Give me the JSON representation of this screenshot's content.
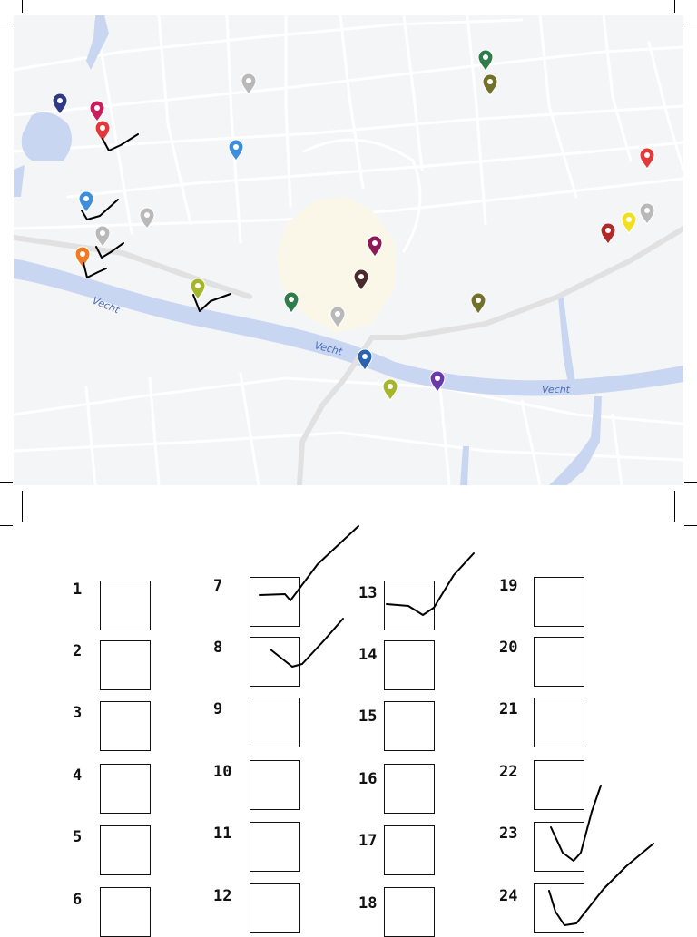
{
  "map": {
    "river_labels": [
      "Vecht",
      "Vecht",
      "Vecht"
    ],
    "colors": {
      "background": "#f4f5f7",
      "road": "#ffffff",
      "water": "#c9d6f2",
      "major_road": "#e1e1e1",
      "old_town": "#fbf7e8"
    },
    "markers": [
      {
        "id": "m1",
        "color": "#2f3a86",
        "icon": "map-pin-icon"
      },
      {
        "id": "m2",
        "color": "#c81e5c",
        "icon": "map-pin-icon"
      },
      {
        "id": "m3",
        "color": "#e23a3a",
        "icon": "map-pin-icon"
      },
      {
        "id": "m4",
        "color": "#b9b9b9",
        "icon": "map-pin-icon"
      },
      {
        "id": "m5",
        "color": "#3f8ede",
        "icon": "map-pin-icon"
      },
      {
        "id": "m6",
        "color": "#2e7d4a",
        "icon": "map-pin-icon"
      },
      {
        "id": "m7",
        "color": "#72702a",
        "icon": "map-pin-icon"
      },
      {
        "id": "m8",
        "color": "#e23a3a",
        "icon": "map-pin-icon"
      },
      {
        "id": "m9",
        "color": "#3f8ede",
        "icon": "map-pin-icon"
      },
      {
        "id": "m10",
        "color": "#b9b9b9",
        "icon": "map-pin-icon"
      },
      {
        "id": "m11",
        "color": "#b9b9b9",
        "icon": "map-pin-icon"
      },
      {
        "id": "m12",
        "color": "#f07b22",
        "icon": "map-pin-icon"
      },
      {
        "id": "m13",
        "color": "#a6b62a",
        "icon": "map-pin-icon"
      },
      {
        "id": "m14",
        "color": "#8e1a55",
        "icon": "map-pin-icon"
      },
      {
        "id": "m15",
        "color": "#4a2a2a",
        "icon": "map-pin-icon"
      },
      {
        "id": "m16",
        "color": "#2e7d4a",
        "icon": "map-pin-icon"
      },
      {
        "id": "m17",
        "color": "#b9b9b9",
        "icon": "map-pin-icon"
      },
      {
        "id": "m18",
        "color": "#72702a",
        "icon": "map-pin-icon"
      },
      {
        "id": "m19",
        "color": "#2a62b0",
        "icon": "map-pin-icon"
      },
      {
        "id": "m20",
        "color": "#a6b62a",
        "icon": "map-pin-icon"
      },
      {
        "id": "m21",
        "color": "#6a3aaa",
        "icon": "map-pin-icon"
      },
      {
        "id": "m22",
        "color": "#b02a2a",
        "icon": "map-pin-icon"
      },
      {
        "id": "m23",
        "color": "#f0e020",
        "icon": "map-pin-icon"
      },
      {
        "id": "m24",
        "color": "#b9b9b9",
        "icon": "map-pin-icon"
      }
    ]
  },
  "checklist": {
    "items": [
      {
        "number": "1",
        "checked": false
      },
      {
        "number": "2",
        "checked": false
      },
      {
        "number": "3",
        "checked": false
      },
      {
        "number": "4",
        "checked": false
      },
      {
        "number": "5",
        "checked": false
      },
      {
        "number": "6",
        "checked": false
      },
      {
        "number": "7",
        "checked": true
      },
      {
        "number": "8",
        "checked": true
      },
      {
        "number": "9",
        "checked": false
      },
      {
        "number": "10",
        "checked": false
      },
      {
        "number": "11",
        "checked": false
      },
      {
        "number": "12",
        "checked": false
      },
      {
        "number": "13",
        "checked": true
      },
      {
        "number": "14",
        "checked": false
      },
      {
        "number": "15",
        "checked": false
      },
      {
        "number": "16",
        "checked": false
      },
      {
        "number": "17",
        "checked": false
      },
      {
        "number": "18",
        "checked": false
      },
      {
        "number": "19",
        "checked": false
      },
      {
        "number": "20",
        "checked": false
      },
      {
        "number": "21",
        "checked": false
      },
      {
        "number": "22",
        "checked": false
      },
      {
        "number": "23",
        "checked": true
      },
      {
        "number": "24",
        "checked": true
      }
    ]
  }
}
